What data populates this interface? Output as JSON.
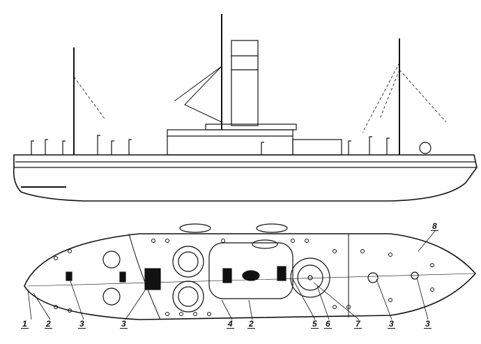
{
  "title": "Ship profile and deck plan",
  "colors": {
    "ink": "#111111",
    "paper": "#ffffff"
  },
  "callouts": [
    "1",
    "2",
    "3",
    "3",
    "4",
    "2",
    "5",
    "6",
    "7",
    "3",
    "3",
    "8"
  ]
}
